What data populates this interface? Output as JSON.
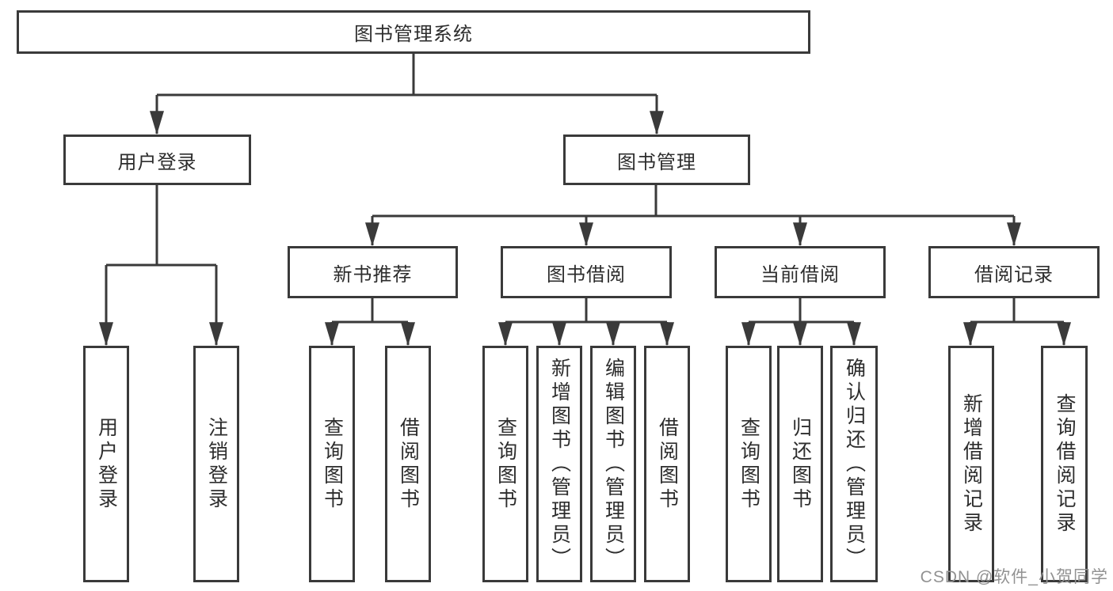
{
  "diagram": {
    "root": {
      "label": "图书管理系统"
    },
    "branches": [
      {
        "label": "用户登录",
        "children": [
          {
            "label": "用户登录"
          },
          {
            "label": "注销登录"
          }
        ]
      },
      {
        "label": "图书管理",
        "children": [
          {
            "label": "新书推荐",
            "children": [
              {
                "label": "查询图书"
              },
              {
                "label": "借阅图书"
              }
            ]
          },
          {
            "label": "图书借阅",
            "children": [
              {
                "label": "查询图书"
              },
              {
                "label": "新增图书（管理员）"
              },
              {
                "label": "编辑图书（管理员）"
              },
              {
                "label": "借阅图书"
              }
            ]
          },
          {
            "label": "当前借阅",
            "children": [
              {
                "label": "查询图书"
              },
              {
                "label": "归还图书"
              },
              {
                "label": "确认归还（管理员）"
              }
            ]
          },
          {
            "label": "借阅记录",
            "children": [
              {
                "label": "新增借阅记录"
              },
              {
                "label": "查询借阅记录"
              }
            ]
          }
        ]
      }
    ]
  },
  "watermark": {
    "text": "CSDN @软件_小贺同学"
  },
  "colors": {
    "line": "#3a3a3a",
    "text": "#2d2d2d",
    "watermark": "#929292",
    "background": "#ffffff"
  }
}
